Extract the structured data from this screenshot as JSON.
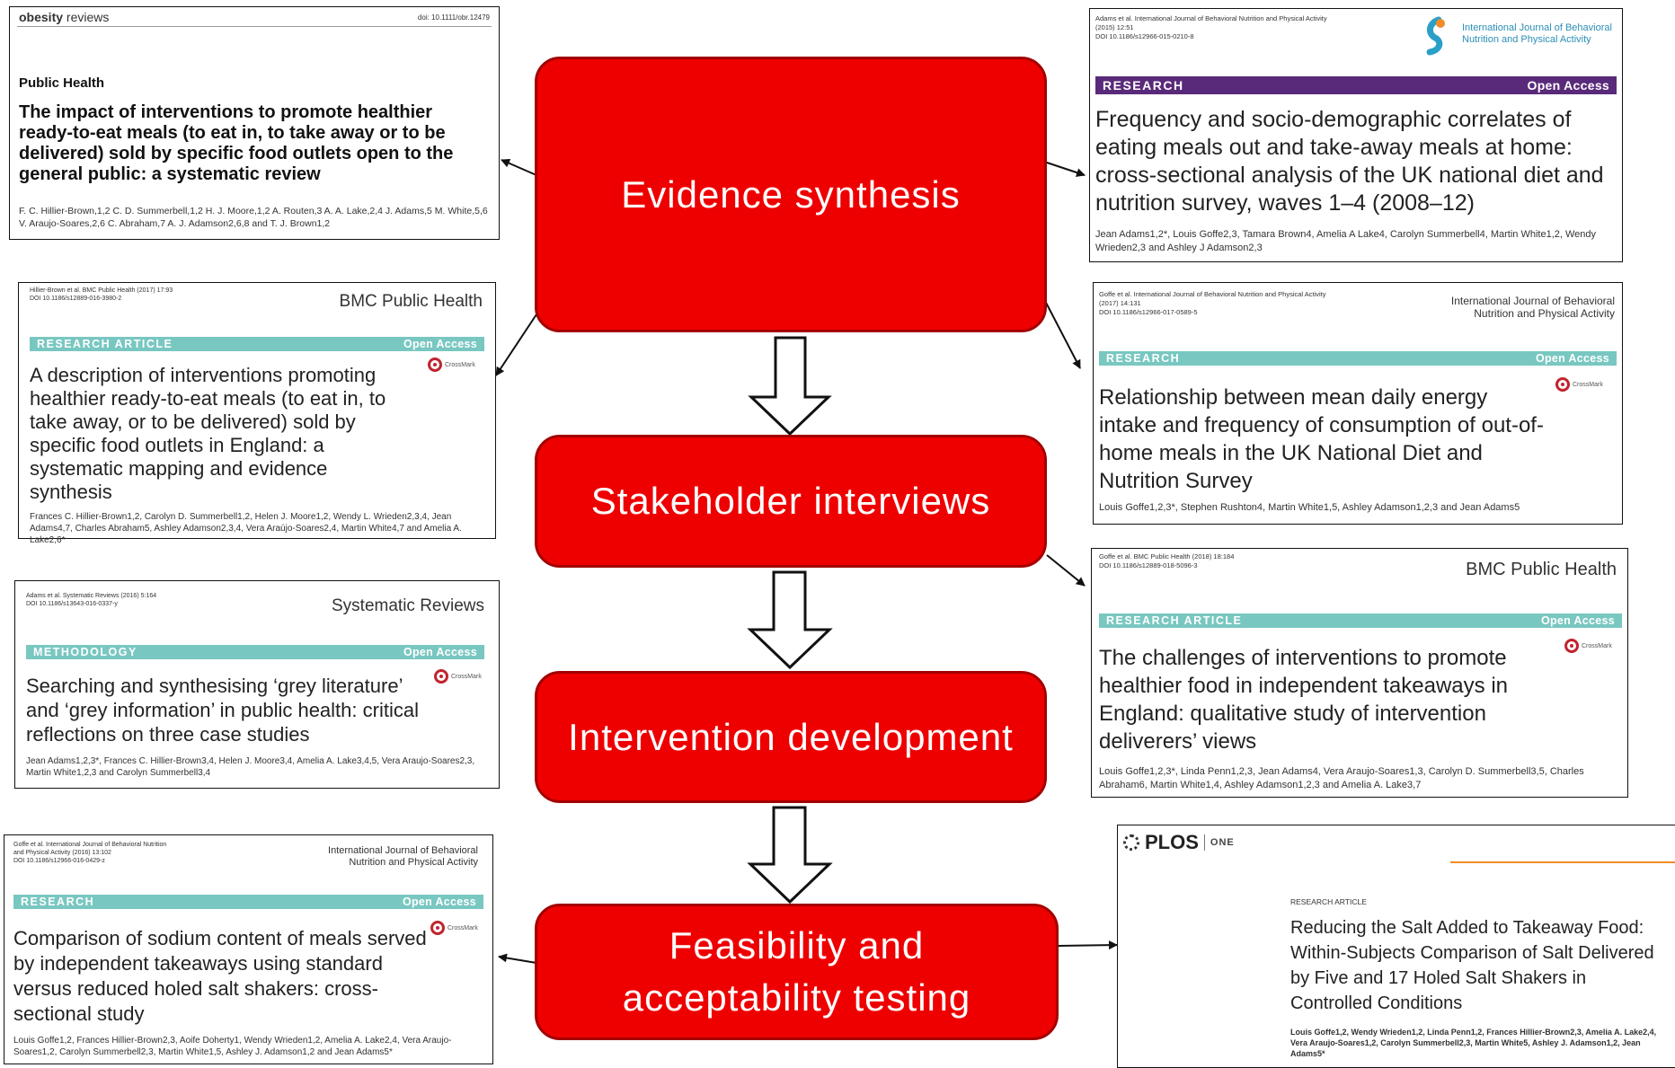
{
  "steps": {
    "evidence": "Evidence synthesis",
    "stakeholder": "Stakeholder interviews",
    "intervention": "Intervention development",
    "feasibility_line1": "Feasibility and",
    "feasibility_line2": "acceptability testing"
  },
  "papers": {
    "p1": {
      "brand_bold": "obesity",
      "brand_rest": " reviews",
      "doi": "doi: 10.1111/obr.12479",
      "section": "Public Health",
      "title": "The impact of interventions to promote healthier ready-to-eat meals (to eat in, to take away or to be delivered) sold by specific food outlets open to the general public: a systematic review",
      "authors": "F. C. Hillier-Brown,1,2 C. D. Summerbell,1,2 H. J. Moore,1,2 A. Routen,3 A. A. Lake,2,4 J. Adams,5 M. White,5,6 V. Araujo-Soares,2,6 C. Abraham,7 A. J. Adamson2,6,8 and T. J. Brown1,2"
    },
    "p2": {
      "citation": "Hillier-Brown et al. BMC Public Health (2017) 17:93\nDOI 10.1186/s12889-016-3980-2",
      "journal": "BMC Public Health",
      "type": "RESEARCH ARTICLE",
      "access": "Open Access",
      "title": "A description of interventions promoting healthier ready-to-eat meals (to eat in, to take away, or to be delivered) sold by specific food outlets in England: a systematic mapping and evidence synthesis",
      "authors": "Frances C. Hillier-Brown1,2, Carolyn D. Summerbell1,2, Helen J. Moore1,2, Wendy L. Wrieden2,3,4, Jean Adams4,7, Charles Abraham5, Ashley Adamson2,3,4, Vera Araújo-Soares2,4, Martin White4,7 and Amelia A. Lake2,6*"
    },
    "p3": {
      "citation": "Adams et al. Systematic Reviews (2016) 5:164\nDOI 10.1186/s13643-016-0337-y",
      "journal": "Systematic Reviews",
      "type": "METHODOLOGY",
      "access": "Open Access",
      "title": "Searching and synthesising ‘grey literature’ and ‘grey information’ in public health: critical reflections on three case studies",
      "authors": "Jean Adams1,2,3*, Frances C. Hillier-Brown3,4, Helen J. Moore3,4, Amelia A. Lake3,4,5, Vera Araujo-Soares2,3, Martin White1,2,3 and Carolyn Summerbell3,4"
    },
    "p4": {
      "citation": "Goffe et al. International Journal of Behavioral Nutrition\nand Physical Activity (2016) 13:102\nDOI 10.1186/s12966-016-0429-z",
      "journal": "International Journal of Behavioral\nNutrition and Physical Activity",
      "type": "RESEARCH",
      "access": "Open Access",
      "title": "Comparison of sodium content of meals served by independent takeaways using standard versus reduced holed salt shakers: cross-sectional study",
      "authors": "Louis Goffe1,2, Frances Hillier-Brown2,3, Aoife Doherty1, Wendy Wrieden1,2, Amelia A. Lake2,4, Vera Araujo-Soares1,2, Carolyn Summerbell2,3, Martin White1,5, Ashley J. Adamson1,2 and Jean Adams5*"
    },
    "p5": {
      "citation": "Adams et al. International Journal of Behavioral Nutrition and Physical Activity\n(2015) 12:51\nDOI 10.1186/s12966-015-0210-8",
      "journal": "International Journal of Behavioral\nNutrition and Physical Activity",
      "type": "RESEARCH",
      "access": "Open Access",
      "title": "Frequency and socio-demographic correlates of eating meals out and take-away meals at home: cross-sectional analysis of the UK national diet and nutrition survey, waves 1–4 (2008–12)",
      "authors": "Jean Adams1,2*, Louis Goffe2,3, Tamara Brown4, Amelia A Lake4, Carolyn Summerbell4, Martin White1,2, Wendy Wrieden2,3 and Ashley J Adamson2,3"
    },
    "p6": {
      "citation": "Goffe et al. International Journal of Behavioral Nutrition and Physical Activity\n(2017) 14:131\nDOI 10.1186/s12966-017-0589-5",
      "journal": "International Journal of Behavioral\nNutrition and Physical Activity",
      "type": "RESEARCH",
      "access": "Open Access",
      "title": "Relationship between mean daily energy intake and frequency of consumption of out-of-home meals in the UK National Diet and Nutrition Survey",
      "authors": "Louis Goffe1,2,3*, Stephen Rushton4, Martin White1,5, Ashley Adamson1,2,3 and Jean Adams5"
    },
    "p7": {
      "citation": "Goffe et al. BMC Public Health (2018) 18:184\nDOI 10.1186/s12889-018-5096-3",
      "journal": "BMC Public Health",
      "type": "RESEARCH ARTICLE",
      "access": "Open Access",
      "title": "The challenges of interventions to promote healthier food in independent takeaways in England: qualitative study of intervention deliverers’ views",
      "authors": "Louis Goffe1,2,3*, Linda Penn1,2,3, Jean Adams4, Vera Araujo-Soares1,3, Carolyn D. Summerbell3,5, Charles Abraham6, Martin White1,4, Ashley Adamson1,2,3 and Amelia A. Lake3,7"
    },
    "p8": {
      "brand": "PLOS",
      "brand_sub": "ONE",
      "label": "RESEARCH ARTICLE",
      "title": "Reducing the Salt Added to Takeaway Food: Within-Subjects Comparison of Salt Delivered by Five and 17 Holed Salt Shakers in Controlled Conditions",
      "authors": "Louis Goffe1,2, Wendy Wrieden1,2, Linda Penn1,2, Frances Hillier-Brown2,3, Amelia A. Lake2,4, Vera Araujo-Soares1,2, Carolyn Summerbell2,3, Martin White5, Ashley J. Adamson1,2, Jean Adams5*"
    },
    "crossmark": "CrossMark"
  },
  "colors": {
    "box_fill": "#ee0000",
    "box_border": "#a30000",
    "teal_bar": "#79c7c1",
    "purple_bar": "#5a2a7a",
    "plos_orange": "#f28c28"
  }
}
